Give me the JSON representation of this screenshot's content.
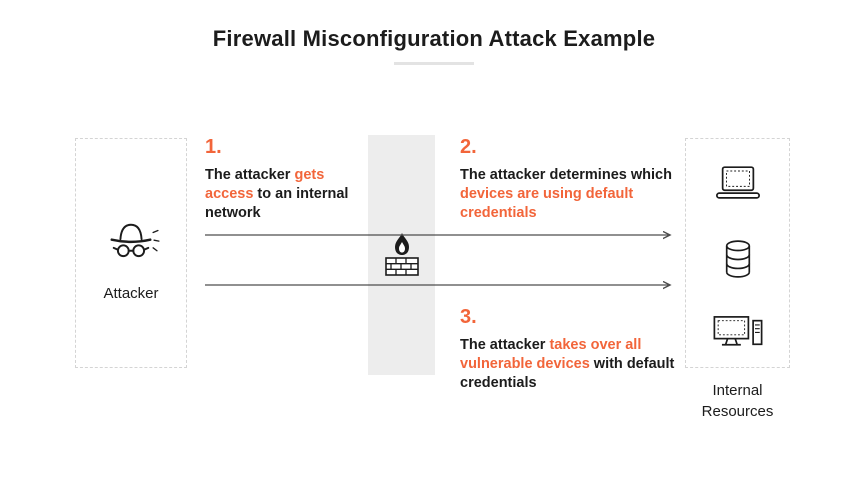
{
  "title": "Firewall Misconfiguration Attack Example",
  "attacker": {
    "label": "Attacker",
    "icon": "spy-icon"
  },
  "firewall": {
    "icon": "firewall-icon"
  },
  "steps": [
    {
      "number": "1.",
      "seg1": "The attacker ",
      "seg2": "gets access",
      "seg3": " to an internal network"
    },
    {
      "number": "2.",
      "seg1": "The attacker determines which ",
      "seg2": "devices are using default credentials",
      "seg3": ""
    },
    {
      "number": "3.",
      "seg1": "The attacker ",
      "seg2": "takes over all vulnerable devices",
      "seg3": " with default credentials"
    }
  ],
  "internal_resources": {
    "label": "Internal Resources",
    "icons": [
      "laptop-icon",
      "database-icon",
      "desktop-computer-icon"
    ]
  },
  "colors": {
    "accent": "#f2653a",
    "text": "#1c1c1c",
    "firewall_band": "#ededed",
    "dashed_border": "#d4d4d4",
    "arrow": "#4d4d4d",
    "title_underline": "#e3e3e3"
  }
}
